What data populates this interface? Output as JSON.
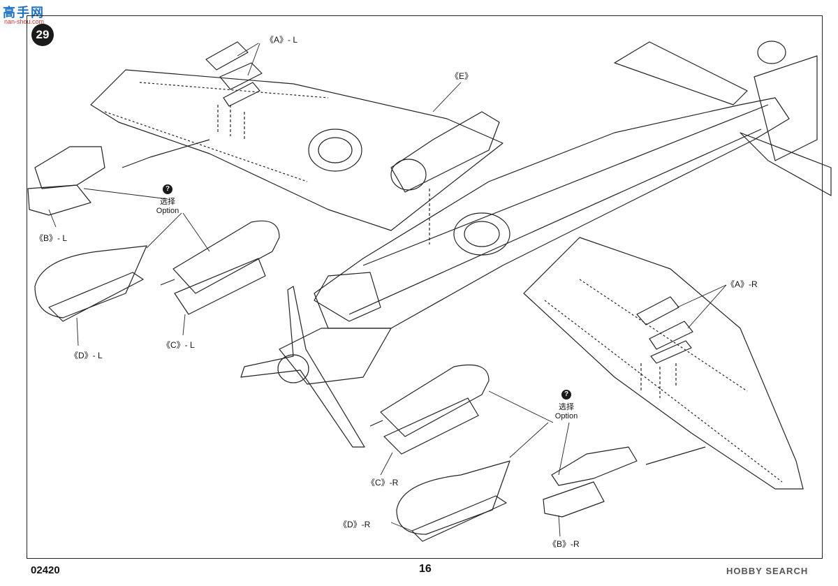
{
  "watermark": {
    "text": "高手网",
    "sub": "nan-shou.com"
  },
  "step": {
    "number": "29"
  },
  "callouts": {
    "a_left": "《A》- L",
    "a_right": "《A》-R",
    "e": "《E》",
    "b_left": "《B》- L",
    "b_right": "《B》-R",
    "c_left": "《C》- L",
    "c_right": "《C》-R",
    "d_left": "《D》- L",
    "d_right": "《D》-R"
  },
  "option_note": {
    "icon": "?",
    "cn": "选择",
    "en": "Option"
  },
  "footer": {
    "code": "02420",
    "page": "16",
    "brand": "HOBBY SEARCH"
  },
  "colors": {
    "line": "#222222",
    "badge": "#1a1a1a"
  }
}
